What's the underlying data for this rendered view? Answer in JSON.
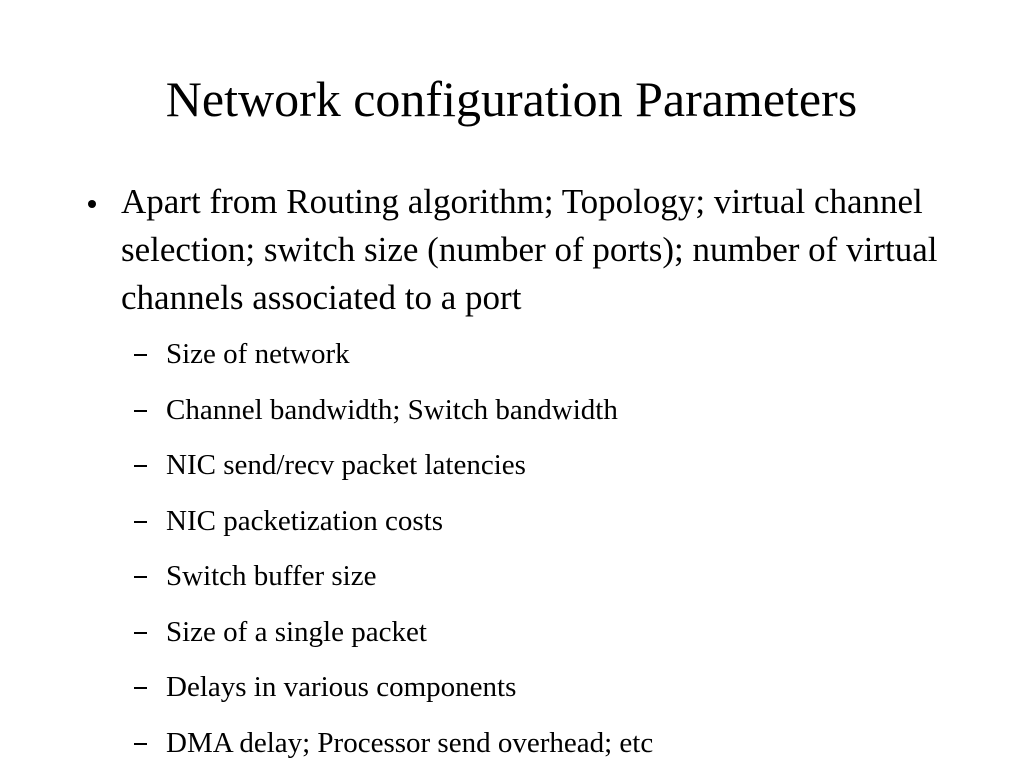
{
  "slide": {
    "title": "Network configuration Parameters",
    "main_bullet": "Apart from Routing algorithm; Topology; virtual channel selection; switch size (number of ports); number of virtual channels associated to a port",
    "sub_bullets": [
      "Size of network",
      "Channel bandwidth; Switch bandwidth",
      "NIC send/recv packet latencies",
      "NIC packetization costs",
      "Switch buffer size",
      "Size of a single packet",
      "Delays in various components",
      "DMA delay; Processor send overhead; etc"
    ]
  }
}
